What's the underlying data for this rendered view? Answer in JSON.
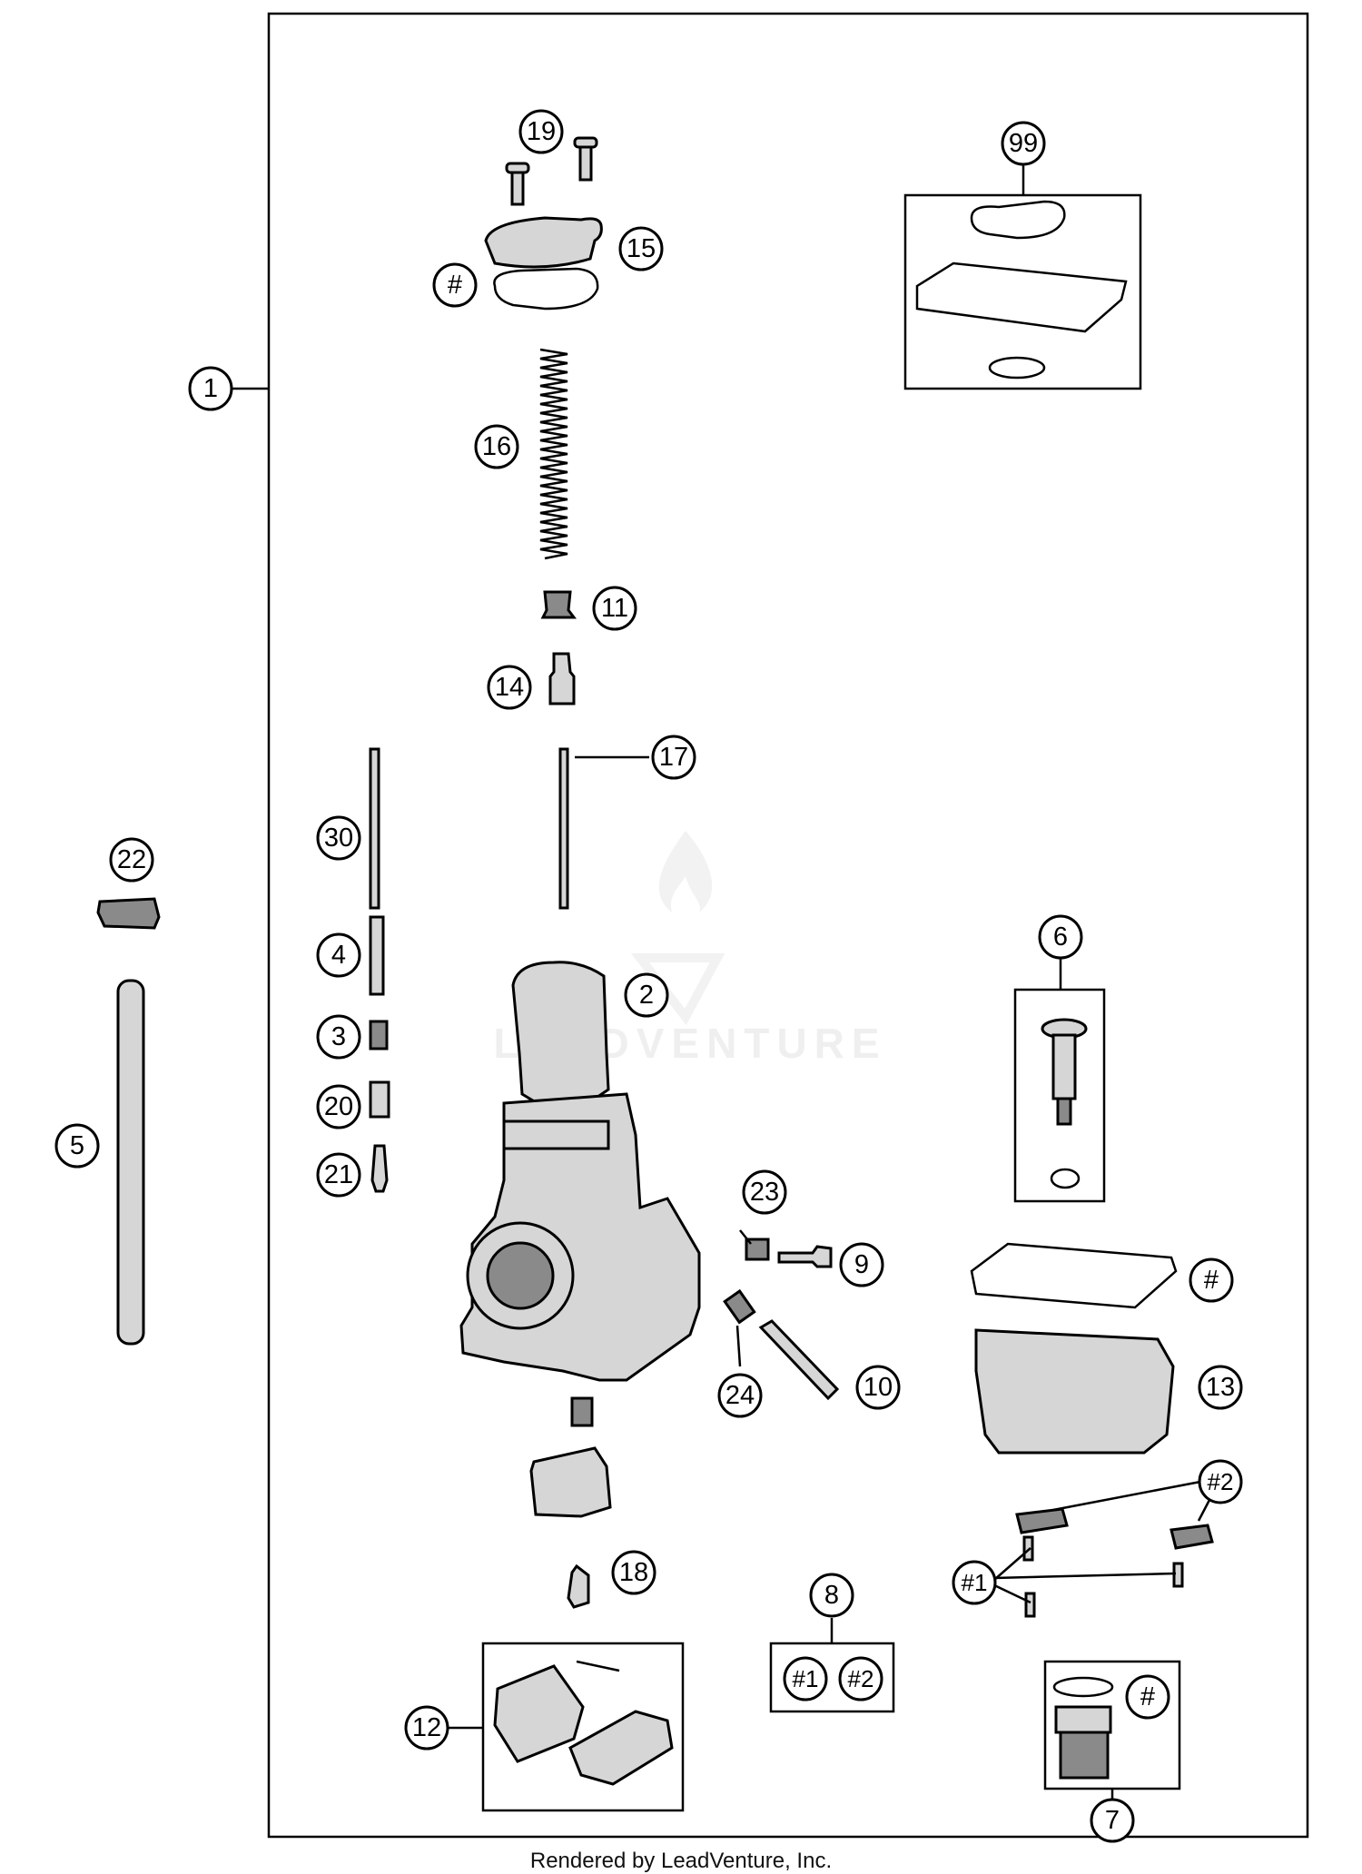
{
  "callouts": {
    "c1": "1",
    "c2": "2",
    "c3": "3",
    "c4": "4",
    "c5": "5",
    "c6": "6",
    "c7": "7",
    "c8": "8",
    "c9": "9",
    "c10": "10",
    "c11": "11",
    "c12": "12",
    "c13": "13",
    "c14": "14",
    "c15": "15",
    "c16": "16",
    "c17": "17",
    "c18": "18",
    "c19": "19",
    "c20": "20",
    "c21": "21",
    "c22": "22",
    "c23": "23",
    "c24": "24",
    "c30": "30",
    "c99": "99",
    "hash_top": "#",
    "hash_float": "#",
    "hash_cover": "#",
    "h1_screws": "#1",
    "h2_plates": "#2",
    "h1_kit": "#1",
    "h2_kit": "#2"
  },
  "watermark": {
    "text": "LEADVENTURE"
  },
  "footer": {
    "text": "Rendered by LeadVenture, Inc."
  }
}
